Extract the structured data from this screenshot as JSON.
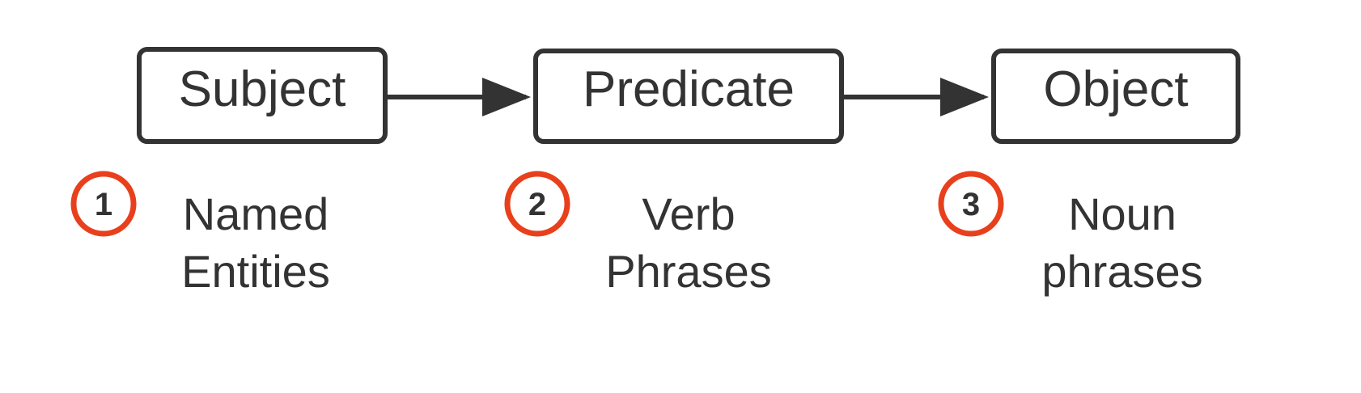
{
  "colors": {
    "stroke": "#333333",
    "accent": "#e8401c",
    "background": "#ffffff"
  },
  "nodes": [
    {
      "label": "Subject"
    },
    {
      "label": "Predicate"
    },
    {
      "label": "Object"
    }
  ],
  "steps": [
    {
      "number": "1",
      "line1": "Named",
      "line2": "Entities"
    },
    {
      "number": "2",
      "line1": "Verb",
      "line2": "Phrases"
    },
    {
      "number": "3",
      "line1": "Noun",
      "line2": "phrases"
    }
  ]
}
